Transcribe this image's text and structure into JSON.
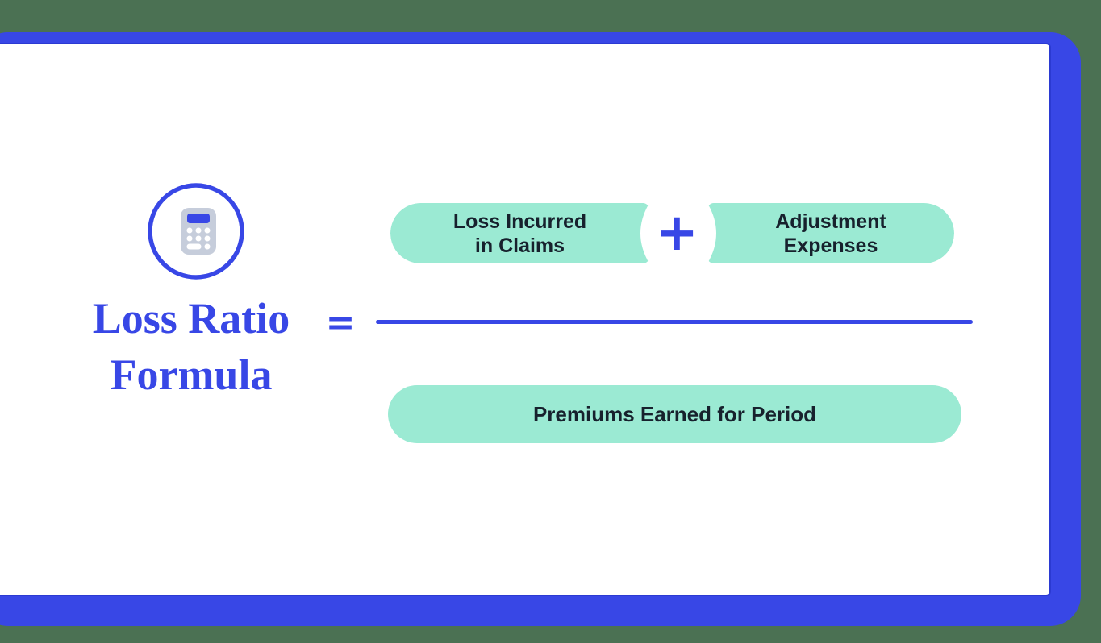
{
  "colors": {
    "background": "#4B7153",
    "accent_blue": "#3847E6",
    "mint": "#9BEAD3",
    "card_white": "#FFFFFF",
    "text_dark": "#17212D"
  },
  "icons": {
    "calculator": "calculator-icon"
  },
  "title": {
    "line1": "Loss Ratio",
    "line2": "Formula"
  },
  "formula": {
    "equals": "=",
    "plus": "+",
    "numerator_pills": [
      {
        "line1": "Loss Incurred",
        "line2": "in Claims"
      },
      {
        "line1": "Adjustment",
        "line2": "Expenses"
      }
    ],
    "denominator": "Premiums Earned for Period"
  }
}
